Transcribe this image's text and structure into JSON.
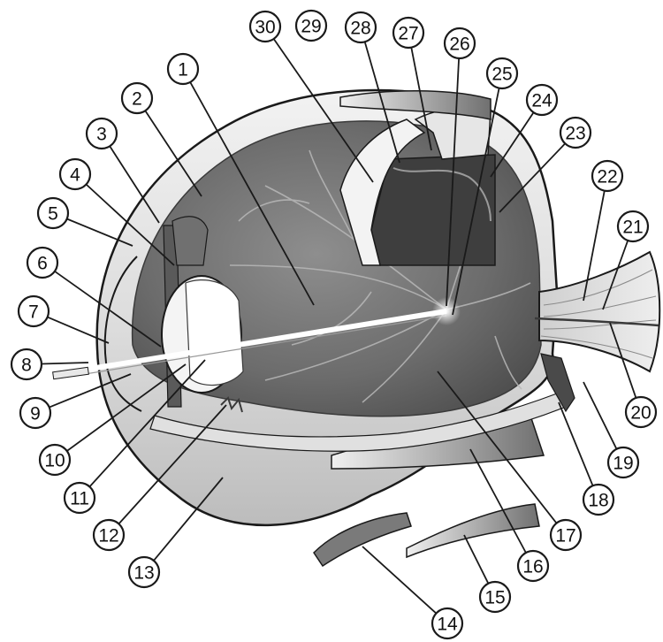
{
  "figure": {
    "subject": "eye-cross-section",
    "colors": {
      "background": "#ffffff",
      "tissue_dark": "#5e5e5e",
      "tissue_mid": "#9a9a9a",
      "tissue_light": "#d6d6d6",
      "highlight": "#f4f4f4",
      "outline": "#1a1a1a"
    }
  },
  "labels": [
    {
      "id": "1",
      "text": "1"
    },
    {
      "id": "2",
      "text": "2"
    },
    {
      "id": "3",
      "text": "3"
    },
    {
      "id": "4",
      "text": "4"
    },
    {
      "id": "5",
      "text": "5"
    },
    {
      "id": "6",
      "text": "6"
    },
    {
      "id": "7",
      "text": "7"
    },
    {
      "id": "8",
      "text": "8"
    },
    {
      "id": "9",
      "text": "9"
    },
    {
      "id": "10",
      "text": "10"
    },
    {
      "id": "11",
      "text": "11"
    },
    {
      "id": "12",
      "text": "12"
    },
    {
      "id": "13",
      "text": "13"
    },
    {
      "id": "14",
      "text": "14"
    },
    {
      "id": "15",
      "text": "15"
    },
    {
      "id": "16",
      "text": "16"
    },
    {
      "id": "17",
      "text": "17"
    },
    {
      "id": "18",
      "text": "18"
    },
    {
      "id": "19",
      "text": "19"
    },
    {
      "id": "20",
      "text": "20"
    },
    {
      "id": "21",
      "text": "21"
    },
    {
      "id": "22",
      "text": "22"
    },
    {
      "id": "23",
      "text": "23"
    },
    {
      "id": "24",
      "text": "24"
    },
    {
      "id": "25",
      "text": "25"
    },
    {
      "id": "26",
      "text": "26"
    },
    {
      "id": "27",
      "text": "27"
    },
    {
      "id": "28",
      "text": "28"
    },
    {
      "id": "29",
      "text": "29"
    },
    {
      "id": "30",
      "text": "30"
    }
  ]
}
